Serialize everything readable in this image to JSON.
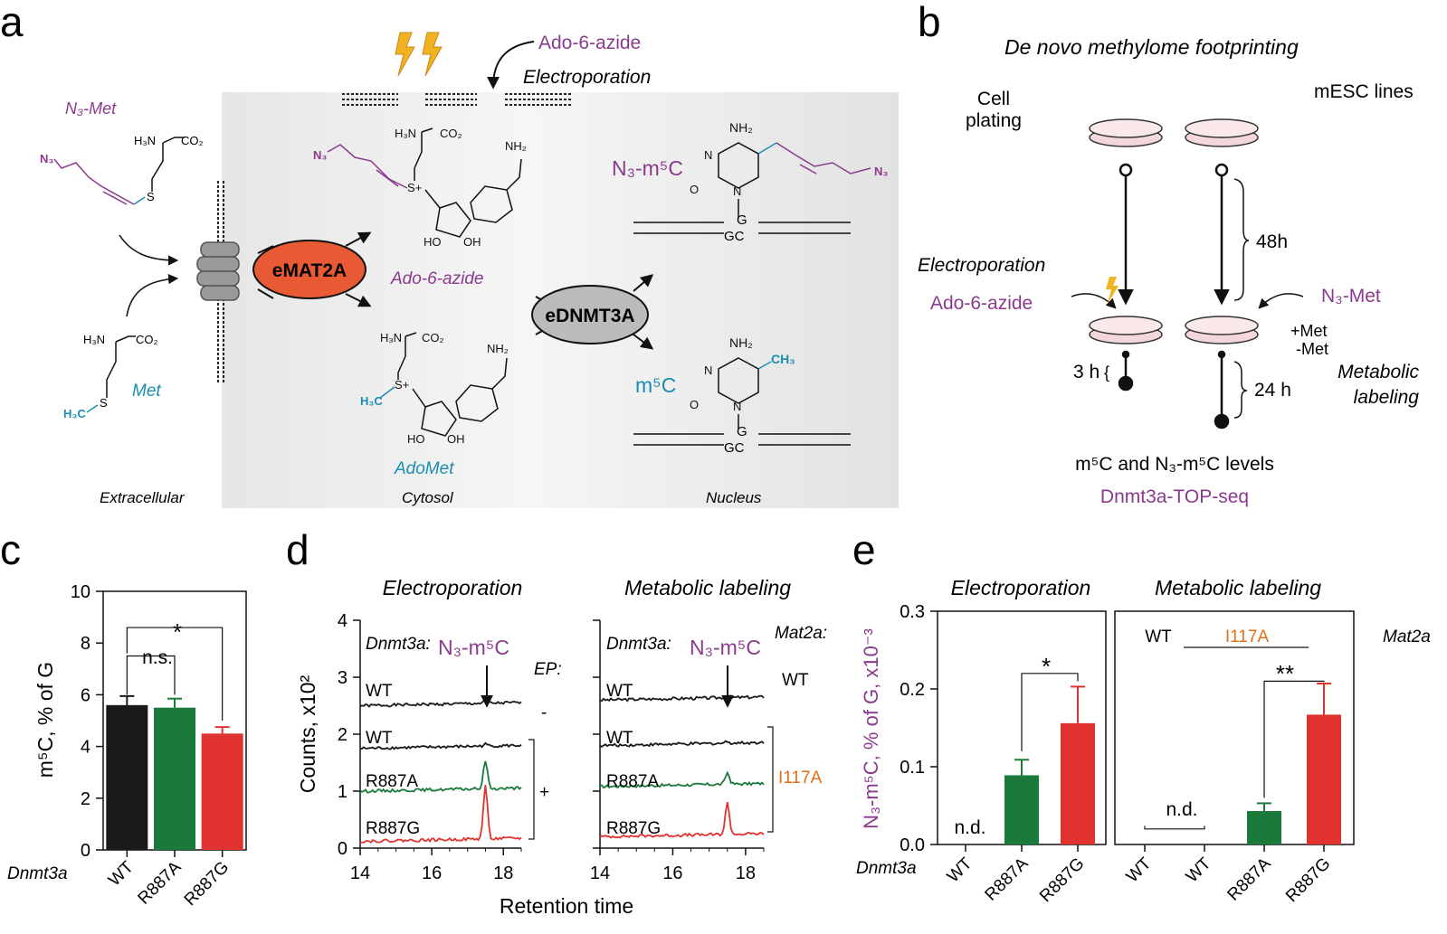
{
  "panel_a": {
    "letter": "a",
    "n3met_label": "N₃-Met",
    "met_label": "Met",
    "ado_azide_top": "Ado-6-azide",
    "electroporation": "Electroporation",
    "enzyme_emat": "eMAT2A",
    "enzyme_ednmt": "eDNMT3A",
    "ado_azide_mid": "Ado-6-azide",
    "adomet": "AdoMet",
    "n3m5c": "N₃-m⁵C",
    "m5c": "m⁵C",
    "compartments": [
      "Extracellular",
      "Cytosol",
      "Nucleus"
    ],
    "chem": {
      "n3": "N₃",
      "h3n": "H₃N",
      "co2": "CO₂",
      "s": "S",
      "splus": "S+",
      "nh2": "NH₂",
      "oh": "OH",
      "ho": "HO",
      "o": "O",
      "n": "N",
      "ch3": "CH₃",
      "h3c": "H₃C",
      "g": "G",
      "gc": "GC"
    }
  },
  "panel_b": {
    "letter": "b",
    "title": "De novo methylome footprinting",
    "cell_plating_1": "Cell",
    "cell_plating_2": "plating",
    "mesc": "mESC lines",
    "h48": "48h",
    "electroporation": "Electroporation",
    "ado_azide": "Ado-6-azide",
    "n3met": "N₃-Met",
    "plus_met": "+Met",
    "minus_met": "-Met",
    "h3": "3 h",
    "h24": "24 h",
    "metabolic_1": "Metabolic",
    "metabolic_2": "labeling",
    "levels": "m⁵C and N₃-m⁵C levels",
    "topseq": "Dnmt3a-TOP-seq"
  },
  "panel_c": {
    "letter": "c",
    "ylabel": "m⁵C, % of G",
    "row_label": "Dnmt3a",
    "ns": "n.s.",
    "star": "*"
  },
  "panel_d": {
    "letter": "d",
    "title_left": "Electroporation",
    "title_right": "Metabolic labeling",
    "ylabel": "Counts, x10²",
    "xlabel": "Retention time",
    "dnmt3a": "Dnmt3a:",
    "peak_label": "N₃-m⁵C",
    "ep_label": "EP:",
    "ep_minus": "-",
    "ep_plus": "+",
    "mat2a": "Mat2a:",
    "mat2a_wt": "WT",
    "mat2a_mut": "I117A",
    "trace_labels": [
      "WT",
      "WT",
      "R887A",
      "R887G"
    ]
  },
  "panel_e": {
    "letter": "e",
    "title_left": "Electroporation",
    "title_right": "Metabolic labeling",
    "ylabel": "N₃-m⁵C, % of G, x10⁻³",
    "row_label": "Dnmt3a",
    "nd_left": "n.d.",
    "nd_right": "n.d.",
    "star": "*",
    "dstar": "**",
    "wt_label": "WT",
    "i117a": "I117A",
    "mat2a": "Mat2a"
  },
  "colors": {
    "purple": "#8b3a8f",
    "teal": "#1a8db3",
    "green": "#1a7a3c",
    "red": "#e0332f",
    "black": "#1a1a1a",
    "orange": "#e0701c",
    "emat": "#e85a33",
    "ednmt": "#bdbbb9",
    "cell_bg": "#eeeeee",
    "dish": "#f4d7da"
  },
  "chart_data": [
    {
      "type": "bar",
      "panel": "c",
      "categories": [
        "WT",
        "R887A",
        "R887G"
      ],
      "values": [
        5.6,
        5.5,
        4.5
      ],
      "errors": [
        0.35,
        0.35,
        0.25
      ],
      "colors": [
        "#1a1a1a",
        "#1a7a3c",
        "#e0332f"
      ],
      "ylabel": "m⁵C, % of G",
      "ylim": [
        0,
        10
      ],
      "yticks": [
        0,
        2,
        4,
        6,
        8,
        10
      ],
      "grid": false
    },
    {
      "type": "line",
      "panel": "d-electroporation",
      "x_range": [
        14,
        18.5
      ],
      "xticks": [
        14,
        16,
        18
      ],
      "ylim": [
        0,
        4
      ],
      "yticks": [
        0,
        1,
        2,
        3,
        4
      ],
      "peak_x": 17.5,
      "series": [
        {
          "name": "WT",
          "color": "#1a1a1a",
          "baseline": 2.5,
          "peak": 0.03
        },
        {
          "name": "WT",
          "color": "#1a1a1a",
          "baseline": 1.75,
          "peak": 0.03
        },
        {
          "name": "R887A",
          "color": "#1a7a3c",
          "baseline": 1.0,
          "peak": 0.5
        },
        {
          "name": "R887G",
          "color": "#e0332f",
          "baseline": 0.12,
          "peak": 0.95
        }
      ]
    },
    {
      "type": "line",
      "panel": "d-metabolic",
      "x_range": [
        14,
        18.5
      ],
      "xticks": [
        14,
        16,
        18
      ],
      "ylim": [
        0,
        4
      ],
      "peak_x": 17.5,
      "series": [
        {
          "name": "WT",
          "color": "#1a1a1a",
          "baseline": 2.6,
          "peak": 0.05
        },
        {
          "name": "WT",
          "color": "#1a1a1a",
          "baseline": 1.8,
          "peak": 0.03
        },
        {
          "name": "R887A",
          "color": "#1a7a3c",
          "baseline": 1.08,
          "peak": 0.2
        },
        {
          "name": "R887G",
          "color": "#e0332f",
          "baseline": 0.2,
          "peak": 0.55
        }
      ]
    },
    {
      "type": "bar",
      "panel": "e-electroporation",
      "categories": [
        "WT",
        "R887A",
        "R887G"
      ],
      "values": [
        0,
        0.089,
        0.156
      ],
      "errors": [
        0,
        0.02,
        0.047
      ],
      "colors": [
        "#1a1a1a",
        "#1a7a3c",
        "#e0332f"
      ],
      "ylim": [
        0,
        0.3
      ],
      "yticks": [
        0.0,
        0.1,
        0.2,
        0.3
      ]
    },
    {
      "type": "bar",
      "panel": "e-metabolic",
      "categories": [
        "WT",
        "WT",
        "R887A",
        "R887G"
      ],
      "values": [
        0,
        0,
        0.043,
        0.167
      ],
      "errors": [
        0,
        0,
        0.01,
        0.04
      ],
      "colors": [
        "#1a1a1a",
        "#1a1a1a",
        "#1a7a3c",
        "#e0332f"
      ],
      "ylim": [
        0,
        0.3
      ]
    }
  ]
}
